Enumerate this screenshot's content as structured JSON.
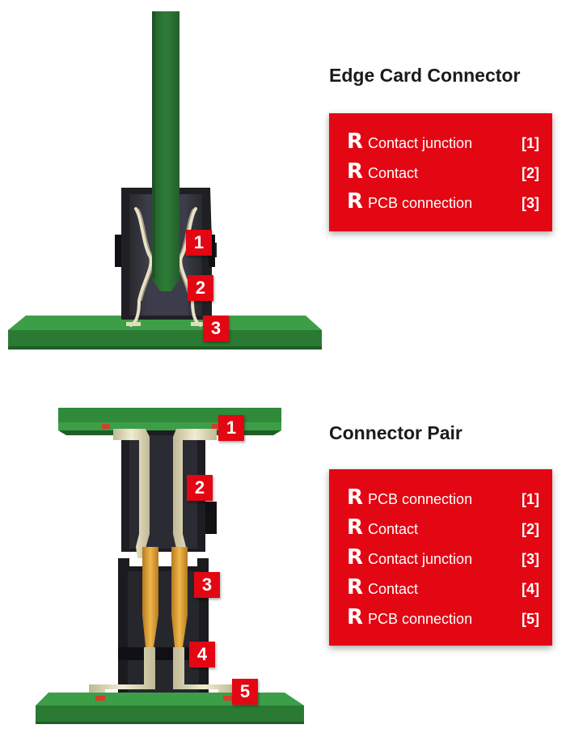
{
  "colors": {
    "accent_red": "#e30613",
    "pcb_green": "#2f8a3a",
    "housing_dark": "#1f1f22",
    "contact_gold": "#d9a13a",
    "contact_cream": "#e8e2c4"
  },
  "sections": [
    {
      "title": "Edge Card Connector",
      "legend": [
        {
          "icon": "R",
          "label": "Contact junction",
          "ref": "[1]"
        },
        {
          "icon": "R",
          "label": "Contact",
          "ref": "[2]"
        },
        {
          "icon": "R",
          "label": "PCB connection",
          "ref": "[3]"
        }
      ],
      "markers": [
        "1",
        "2",
        "3"
      ]
    },
    {
      "title": "Connector Pair",
      "legend": [
        {
          "icon": "R",
          "label": "PCB connection",
          "ref": "[1]"
        },
        {
          "icon": "R",
          "label": "Contact",
          "ref": "[2]"
        },
        {
          "icon": "R",
          "label": "Contact junction",
          "ref": "[3]"
        },
        {
          "icon": "R",
          "label": "Contact",
          "ref": "[4]"
        },
        {
          "icon": "R",
          "label": "PCB connection",
          "ref": "[5]"
        }
      ],
      "markers": [
        "1",
        "2",
        "3",
        "4",
        "5"
      ]
    }
  ]
}
